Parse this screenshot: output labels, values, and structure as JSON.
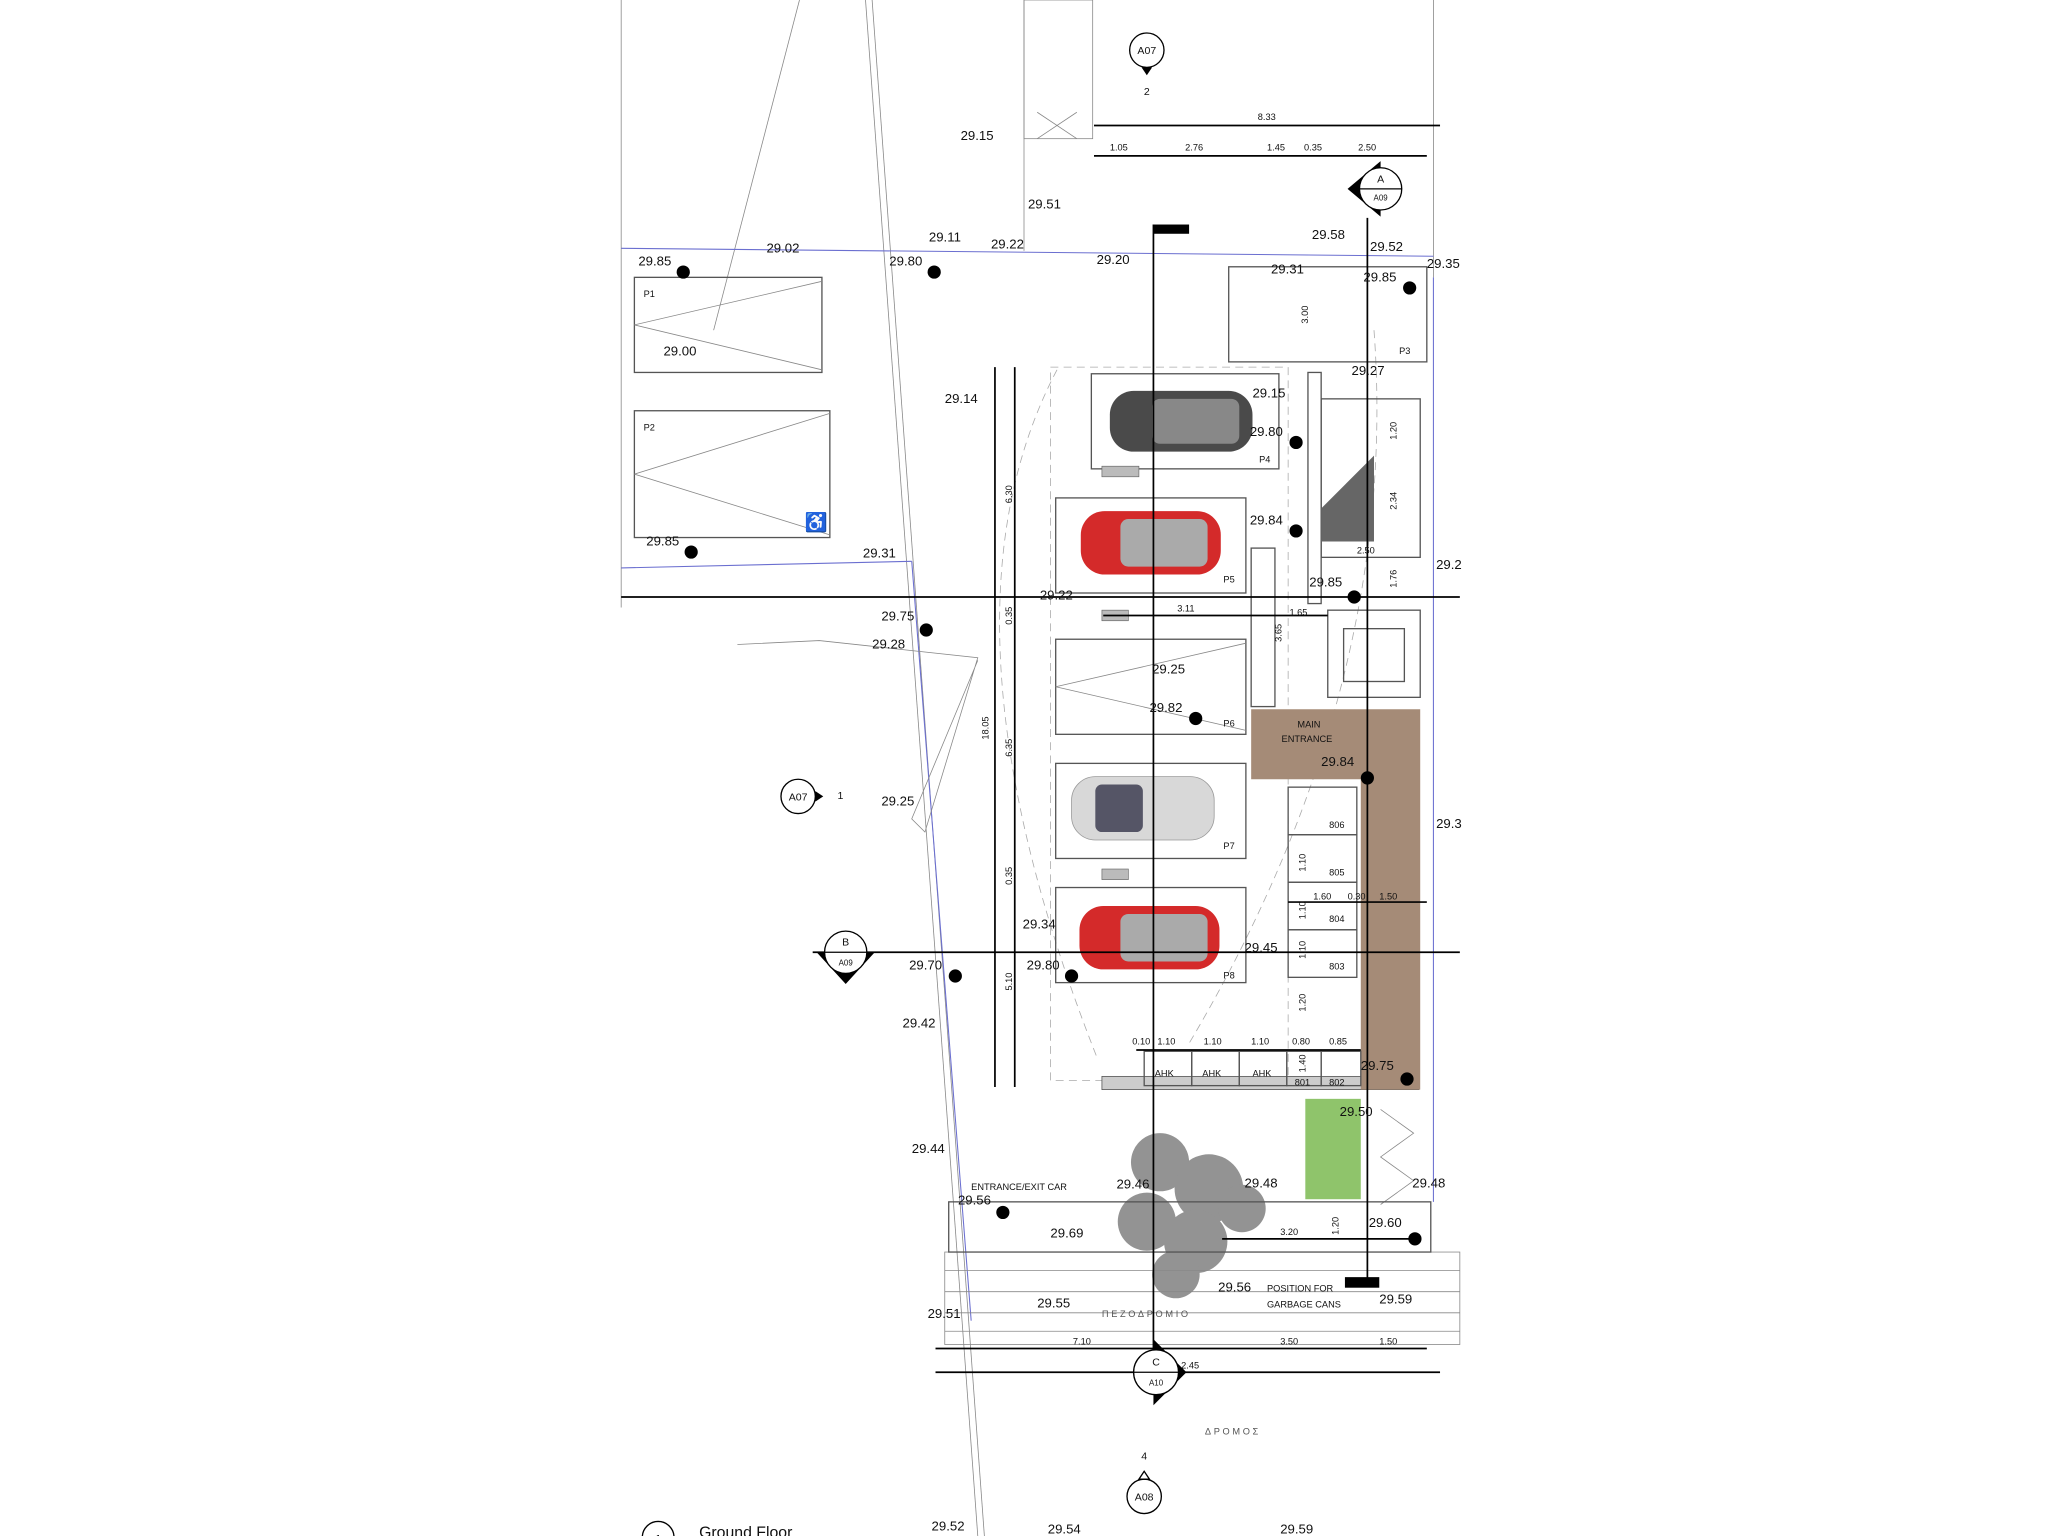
{
  "drawing": {
    "title": "Ground Floor",
    "title_number": "1",
    "colors": {
      "entrance_floor": "#a58b77",
      "planter": "#8fc46b",
      "car_red": "#d42a2a",
      "car_dark": "#4a4a4a",
      "car_light": "#d8d8d8",
      "ink": "#111111"
    }
  },
  "elevations": [
    "29.15",
    "29.51",
    "29.11",
    "29.22",
    "29.02",
    "29.85",
    "29.80",
    "29.20",
    "29.58",
    "29.52",
    "29.35",
    "29.31",
    "29.85",
    "29.00",
    "29.27",
    "29.14",
    "29.15",
    "29.80",
    "29.84",
    "29.85",
    "29.31",
    "29.2",
    "29.85",
    "29.22",
    "29.75",
    "29.28",
    "29.25",
    "29.82",
    "29.84",
    "29.25",
    "29.3",
    "29.34",
    "29.45",
    "29.70",
    "29.80",
    "29.42",
    "29.75",
    "29.50",
    "29.44",
    "29.46",
    "29.48",
    "29.48",
    "29.56",
    "29.69",
    "29.60",
    "29.56",
    "29.55",
    "29.59",
    "29.51",
    "29.52",
    "29.54",
    "29.59"
  ],
  "dimensions": [
    "8.33",
    "1.05",
    "2.76",
    "1.45",
    "0.35",
    "2.50",
    "3.00",
    "1.20",
    "2.34",
    "2.50",
    "1.76",
    "6.30",
    "0.35",
    "3.11",
    "1.65",
    "3.65",
    "18.05",
    "6.35",
    "0.35",
    "5.10",
    "1.60",
    "0.30",
    "1.50",
    "1.10",
    "1.10",
    "1.10",
    "1.20",
    "0.10",
    "1.10",
    "1.10",
    "1.10",
    "0.80",
    "0.85",
    "1.40",
    "3.20",
    "1.20",
    "7.10",
    "3.50",
    "1.50",
    "2.45"
  ],
  "parking": [
    "P1",
    "P2",
    "P3",
    "P4",
    "P5",
    "P6",
    "P7",
    "P8"
  ],
  "units": [
    "806",
    "805",
    "804",
    "803",
    "801",
    "802"
  ],
  "storage": [
    "AHK",
    "AHK",
    "AHK"
  ],
  "labels": {
    "main_entrance_1": "MAIN",
    "main_entrance_2": "ENTRANCE",
    "car_entrance": "ENTRANCE/EXIT CAR",
    "garbage_1": "POSITION FOR",
    "garbage_2": "GARBAGE CANS",
    "sidewalk": "ΠΕΖΟΔΡΟΜΙΟ",
    "road": "ΔΡΟΜΟΣ"
  },
  "markers": {
    "elev_top": {
      "sheet": "A07",
      "num": "2"
    },
    "section_a": {
      "letter": "A",
      "sheet": "A09"
    },
    "elev_left": {
      "sheet": "A07",
      "num": "1"
    },
    "section_b": {
      "letter": "B",
      "sheet": "A09"
    },
    "section_c": {
      "letter": "C",
      "sheet": "A10"
    },
    "elev_bottom": {
      "sheet": "A08",
      "num": "4"
    }
  }
}
